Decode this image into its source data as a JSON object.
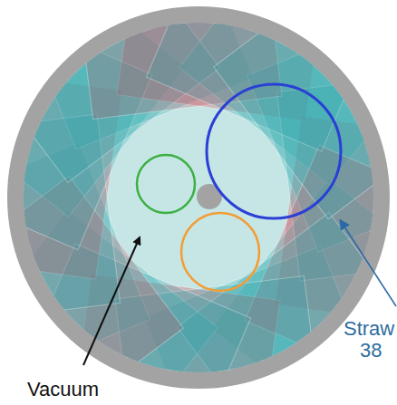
{
  "diagram": {
    "labels": [
      "Vacuum",
      "Straw",
      "38"
    ]
  }
}
